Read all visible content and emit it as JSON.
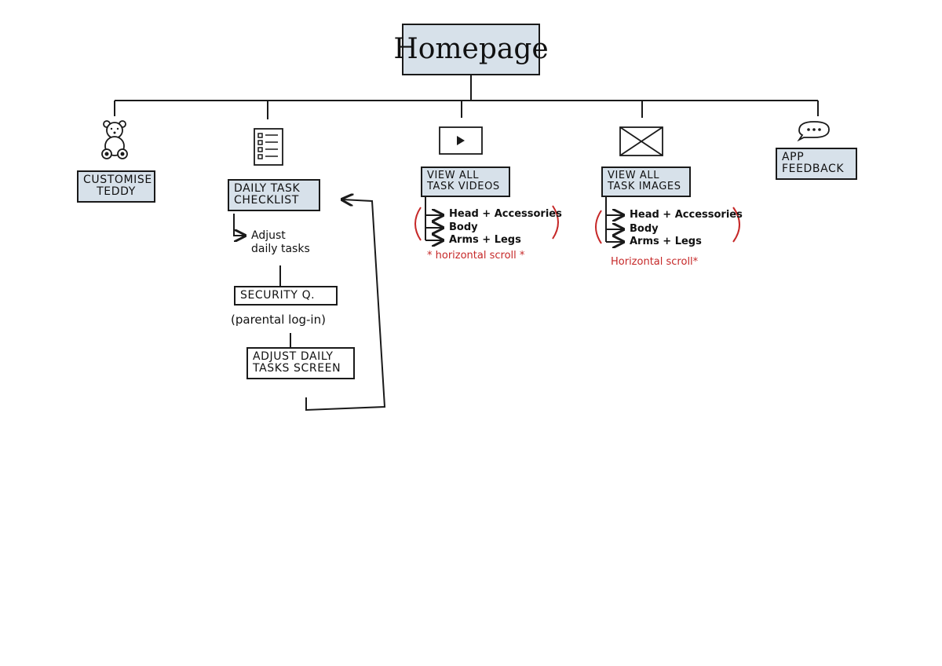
{
  "diagram": {
    "root": "Homepage",
    "customise_teddy": {
      "line1": "CUSTOMISE",
      "line2": "TEDDY",
      "icon": "teddy-bear-icon"
    },
    "daily_task": {
      "line1": "DAILY TASK",
      "line2": "CHECKLIST",
      "icon": "checklist-icon",
      "adjust_line1": "Adjust",
      "adjust_line2": "daily tasks",
      "security": "SECURITY Q.",
      "parental": "(parental log-in)",
      "screen_line1": "ADJUST DAILY",
      "screen_line2": "TASKS SCREEN"
    },
    "task_videos": {
      "line1": "VIEW ALL",
      "line2": "TASK VIDEOS",
      "icon": "video-play-icon",
      "items": [
        "Head + Accessories",
        "Body",
        "Arms + Legs"
      ],
      "note": "* horizontal scroll *"
    },
    "task_images": {
      "line1": "VIEW ALL",
      "line2": "TASK IMAGES",
      "icon": "image-placeholder-icon",
      "items": [
        "Head + Accessories",
        "Body",
        "Arms + Legs"
      ],
      "note": "Horizontal scroll*"
    },
    "feedback": {
      "line1": "APP",
      "line2": "FEEDBACK",
      "icon": "speech-bubble-icon"
    },
    "colors": {
      "box_fill": "#d7e1ea",
      "ink": "#1a1a1a",
      "note": "#c62828"
    }
  }
}
